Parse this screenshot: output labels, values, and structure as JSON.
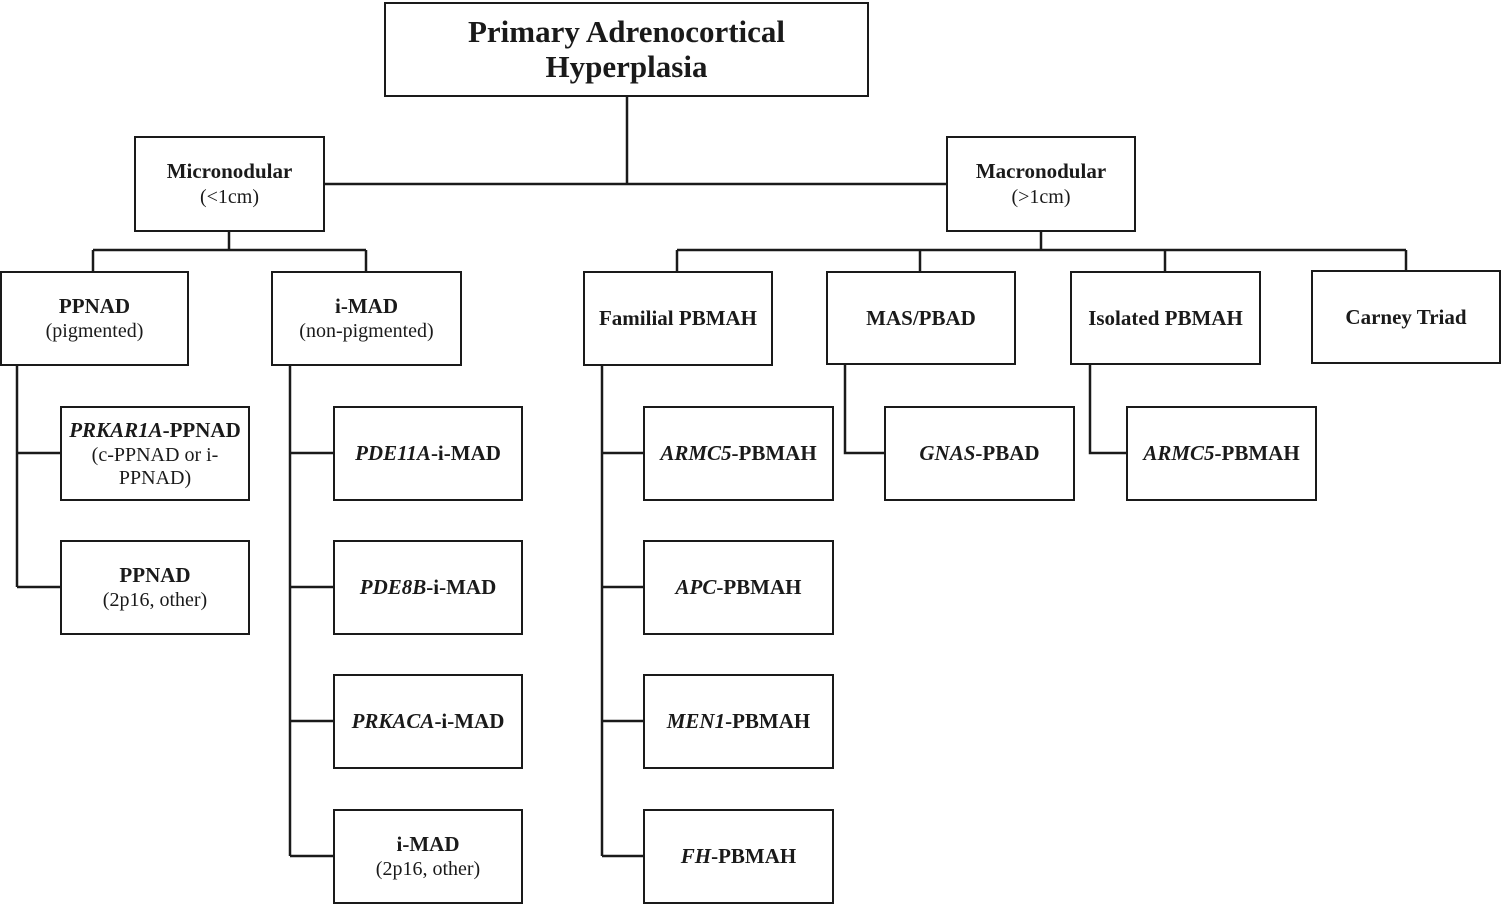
{
  "root": {
    "line1": "Primary Adrenocortical",
    "line2": "Hyperplasia"
  },
  "micronodular": {
    "title": "Micronodular",
    "sub": "(<1cm)"
  },
  "macronodular": {
    "title": "Macronodular",
    "sub": "(>1cm)"
  },
  "ppnad": {
    "title": "PPNAD",
    "sub": "(pigmented)"
  },
  "imad": {
    "title": "i-MAD",
    "sub": "(non-pigmented)"
  },
  "familial": {
    "title": "Familial PBMAH"
  },
  "mas": {
    "title": "MAS/PBAD"
  },
  "isolated": {
    "title": "Isolated PBMAH"
  },
  "carney": {
    "title": "Carney Triad"
  },
  "prkar1a": {
    "gene": "PRKAR1A",
    "suffix": "-PPNAD",
    "line2": "(c-PPNAD or i-",
    "line3": "PPNAD)"
  },
  "ppnad_other": {
    "title": "PPNAD",
    "sub": "(2p16, other)"
  },
  "pde11a": {
    "gene": "PDE11A",
    "suffix": "-i-MAD"
  },
  "pde8b": {
    "gene": "PDE8B",
    "suffix": "-i-MAD"
  },
  "prkaca": {
    "gene": "PRKACA",
    "suffix": "-i-MAD"
  },
  "imad_other": {
    "title": "i-MAD",
    "sub": "(2p16, other)"
  },
  "armc5_fam": {
    "gene": "ARMC5",
    "suffix": "-PBMAH"
  },
  "apc": {
    "gene": "APC",
    "suffix": "-PBMAH"
  },
  "men1": {
    "gene": "MEN1",
    "suffix": "-PBMAH"
  },
  "fh": {
    "gene": "FH",
    "suffix": "-PBMAH"
  },
  "gnas": {
    "gene": "GNAS",
    "suffix": "-PBAD"
  },
  "armc5_iso": {
    "gene": "ARMC5",
    "suffix": "-PBMAH"
  }
}
